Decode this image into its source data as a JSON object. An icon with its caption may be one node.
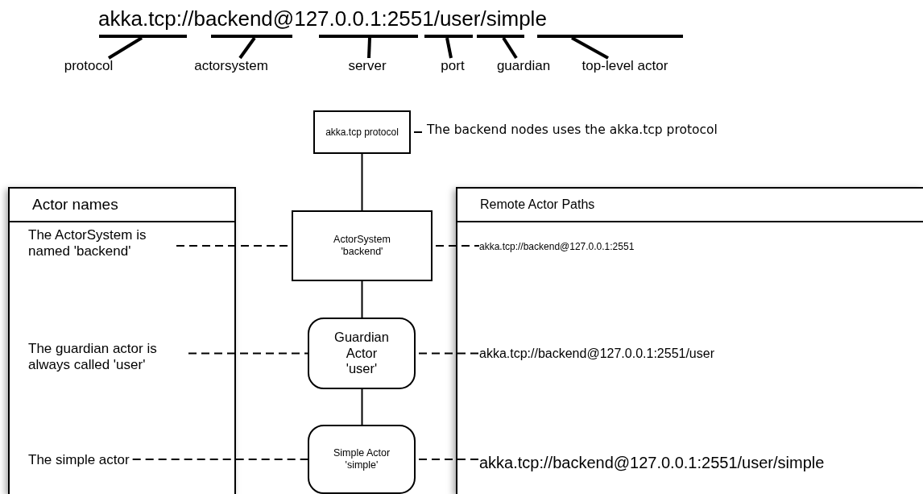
{
  "diagram": {
    "nodes": [
      {
        "text": [
          "akka.tcp protocol"
        ]
      },
      {
        "text": [
          "Actor names"
        ]
      },
      {
        "text": [
          "The ActorSystem is named 'backend'"
        ],
        "in": 1
      },
      {
        "text": [
          "The guardian actor is always called 'user'"
        ],
        "in": 1
      },
      {
        "text": [
          "The simple actor"
        ],
        "in": 1
      },
      {
        "text": [
          "Remote Actor Paths"
        ]
      },
      {
        "text": [
          "akka.tcp://backend@127.0.0.1:2551"
        ],
        "in": 5
      },
      {
        "text": [
          "akka.tcp://backend@127.0.0.1:2551/user"
        ],
        "in": 5
      },
      {
        "text": [
          "akka.tcp://backend@127.0.0.1:2551/user/simple"
        ],
        "in": 5
      },
      {
        "text": [
          "ActorSystem 'backend'"
        ]
      },
      {
        "text": [
          "Guardian Actor 'user'"
        ]
      },
      {
        "text": [
          "Simple Actor 'simple'"
        ]
      },
      {
        "text": [
          "The backend nodes uses the akka.tcp protocol"
        ]
      },
      {
        "text": [],
        "shape": "bar"
      },
      {
        "text": [],
        "shape": "bar"
      },
      {
        "text": [],
        "shape": "bar"
      },
      {
        "text": [],
        "shape": "bar"
      },
      {
        "text": [],
        "shape": "bar"
      },
      {
        "text": [],
        "shape": "bar"
      },
      {
        "text": [
          "protocol"
        ]
      },
      {
        "text": [
          "actorsystem"
        ]
      },
      {
        "text": [
          "server"
        ]
      },
      {
        "text": [
          "port"
        ]
      },
      {
        "text": [
          "guardian"
        ]
      },
      {
        "text": [
          "top-level actor"
        ]
      }
    ],
    "edges": [
      {
        "from": 0,
        "to": 12,
        "arrow": "none",
        "style": "dashed"
      },
      {
        "from": 0,
        "to": 9,
        "arrow": "none"
      },
      {
        "from": 9,
        "to": 10,
        "arrow": "none"
      },
      {
        "from": 10,
        "to": 11,
        "arrow": "none"
      },
      {
        "from": 2,
        "to": 9,
        "arrow": "none",
        "style": "dashed"
      },
      {
        "from": 9,
        "to": 6,
        "arrow": "none",
        "style": "dashed"
      },
      {
        "from": 3,
        "to": 10,
        "arrow": "none",
        "style": "dashed"
      },
      {
        "from": 10,
        "to": 7,
        "arrow": "none",
        "style": "dashed"
      },
      {
        "from": 4,
        "to": 11,
        "arrow": "none",
        "style": "dashed"
      },
      {
        "from": 11,
        "to": 8,
        "arrow": "none",
        "style": "dashed"
      },
      {
        "from": 19,
        "to": 13,
        "arrow": "none",
        "style": "thick"
      },
      {
        "from": 20,
        "to": 14,
        "arrow": "none",
        "style": "thick"
      },
      {
        "from": 21,
        "to": 15,
        "arrow": "none",
        "style": "thick"
      },
      {
        "from": 22,
        "to": 16,
        "arrow": "none",
        "style": "thick"
      },
      {
        "from": 23,
        "to": 17,
        "arrow": "none",
        "style": "thick"
      },
      {
        "from": 24,
        "to": 18,
        "arrow": "none",
        "style": "thick"
      }
    ],
    "labels": [
      "akka.tcp://backend@127.0.0.1:2551/user/simple"
    ]
  }
}
